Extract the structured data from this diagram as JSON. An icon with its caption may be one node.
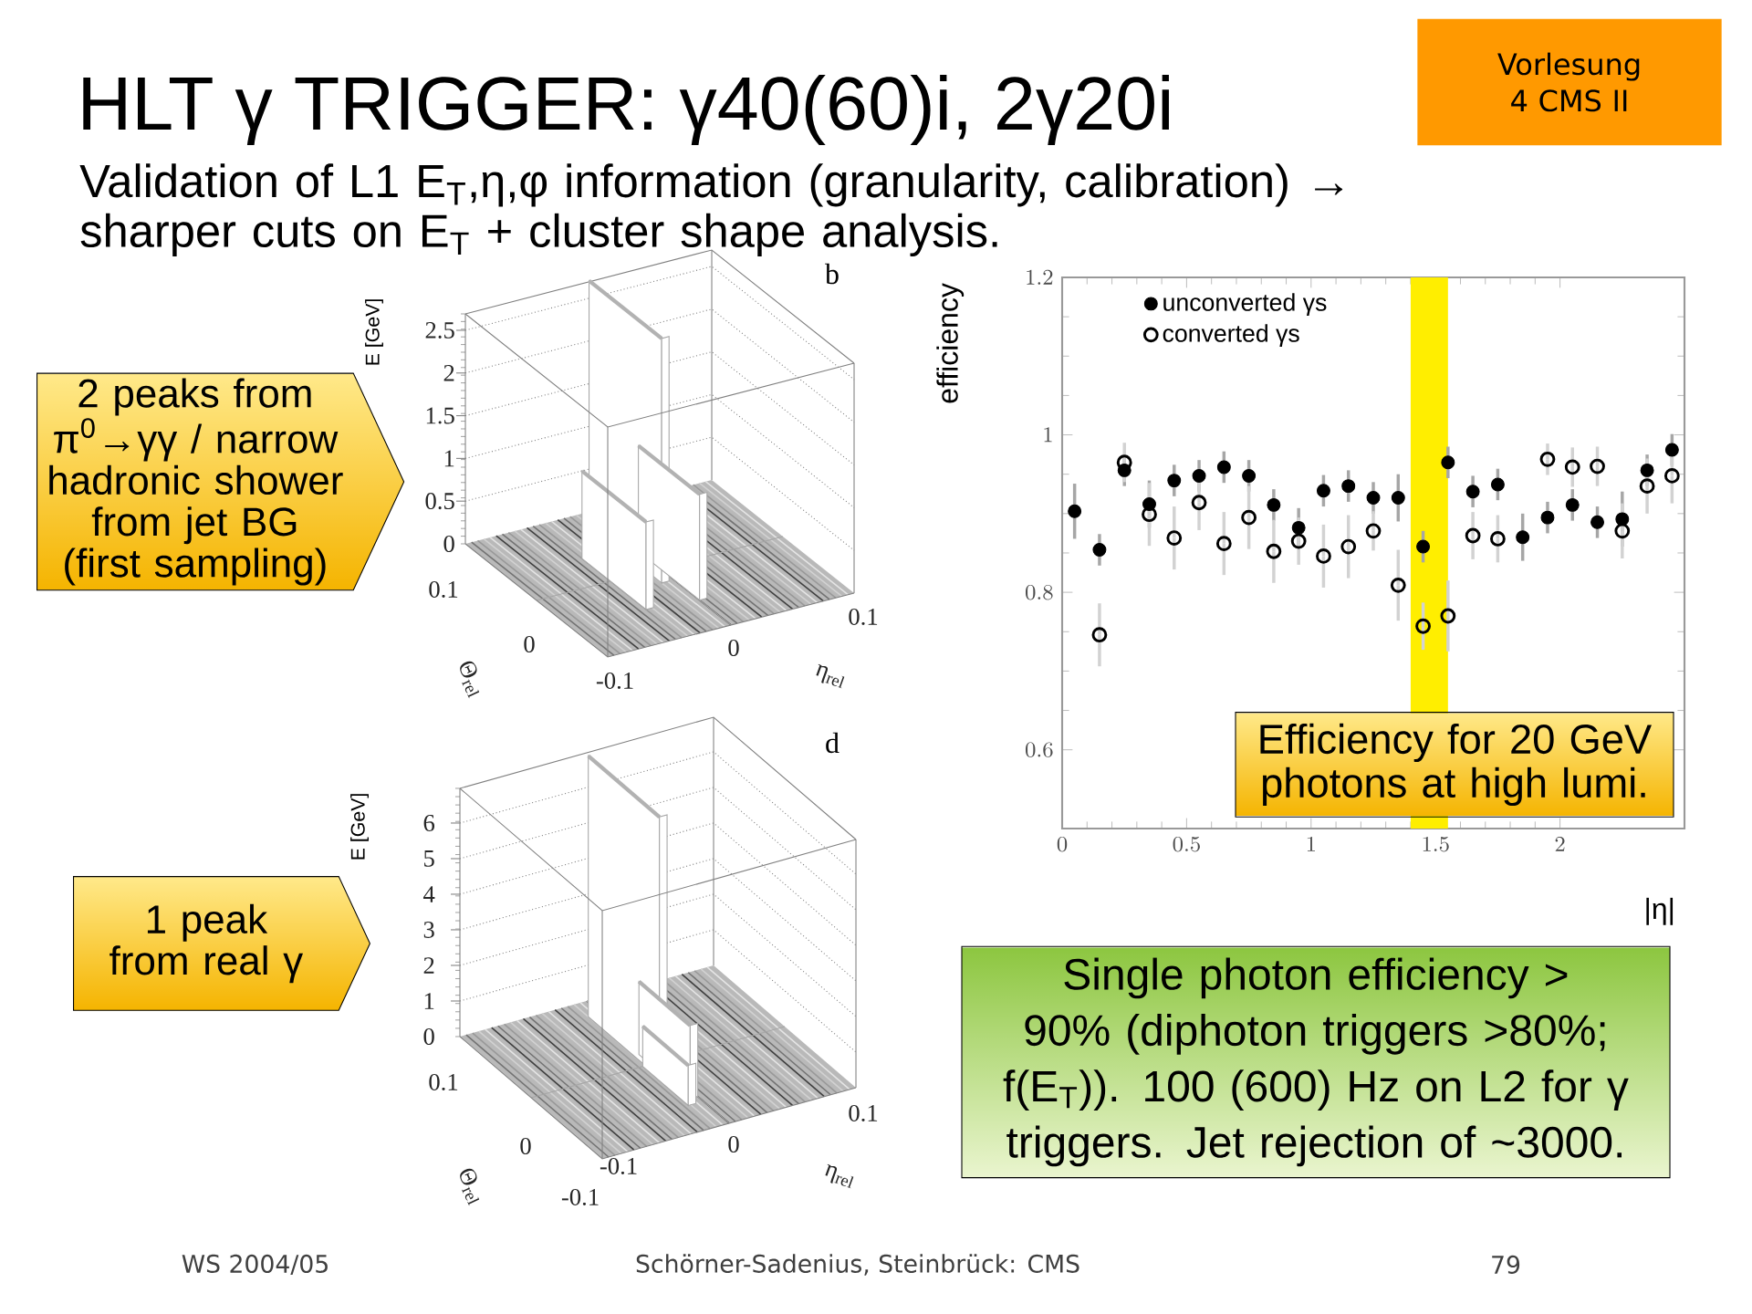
{
  "diagram": {
    "title": "HLT γ TRIGGER: γ40(60)i, 2γ20i",
    "nodes": [
      {
        "text": [
          "Vorlesung 4 CMS II"
        ]
      },
      {
        "text": [
          "2 peaks from π$^{0}$→γγ / narrow hadronic shower from jet BG (first sampling)"
        ]
      },
      {
        "text": [
          "Efficiency for 20 GeV photons at high lumi."
        ]
      },
      {
        "text": [
          "1 peak from real γ"
        ]
      },
      {
        "text": [
          "Single photon efficiency > 90% (diphoton triggers >80%; f(E$_{T}$)). 100 (600) Hz on L2 for γ triggers. Jet rejection of ~3000."
        ]
      }
    ],
    "labels": [
      "Validation of L1 E$_{T}$,η,φ information (granularity, calibration) → sharper cuts on E$_{T}$ + cluster shape analysis.",
      "b",
      "E [GeV]",
      "2.5",
      "2",
      "1.5",
      "1",
      "0.5",
      "0",
      "0.1",
      "0",
      "Θ$_{rel}$",
      "-0.1",
      "0",
      "0.1",
      "η$_{rel}$",
      "d",
      "E [GeV]",
      "6",
      "5",
      "4",
      "3",
      "2",
      "1",
      "0",
      "0.1",
      "0",
      "Θ$_{rel}$",
      "-0.1",
      "-0.1",
      "0",
      "0.1",
      "η$_{rel}$",
      "WS 2004/05",
      "Schörner-Sadenius, Steinbrück: CMS",
      "79"
    ],
    "chart_data": {
      "type": "scatter",
      "xlabel": "|η|",
      "ylabel": "efficiency",
      "x": [
        0.05,
        0.15,
        0.25,
        0.35,
        0.45,
        0.55,
        0.65,
        0.75,
        0.85,
        0.95,
        1.05,
        1.15,
        1.25,
        1.35,
        1.45,
        1.55,
        1.65,
        1.75,
        1.85,
        1.95,
        2.05,
        2.15,
        2.25,
        2.35,
        2.45
      ],
      "series": [
        {
          "name": "unconverted γs",
          "color": "#000000",
          "values": [
            0.903,
            0.854,
            0.955,
            0.912,
            0.942,
            0.948,
            0.959,
            0.948,
            0.911,
            0.882,
            0.929,
            0.935,
            0.92,
            0.92,
            0.858,
            0.965,
            0.928,
            0.937,
            0.87,
            0.895,
            0.911,
            0.889,
            0.893,
            0.955,
            0.981
          ],
          "errors": [
            0.035,
            0.02,
            0.02,
            0.03,
            0.02,
            0.02,
            0.02,
            0.02,
            0.02,
            0.025,
            0.02,
            0.02,
            0.02,
            0.03,
            0.02,
            0.02,
            0.02,
            0.02,
            0.03,
            0.02,
            0.02,
            0.02,
            0.035,
            0.02,
            0.02
          ]
        },
        {
          "name": "converted γs",
          "color": "#000000",
          "values": [
            null,
            0.746,
            0.965,
            0.899,
            0.869,
            0.914,
            0.862,
            0.895,
            0.852,
            0.865,
            0.846,
            0.858,
            0.878,
            0.809,
            0.757,
            0.77,
            0.872,
            0.868,
            null,
            0.969,
            0.959,
            0.96,
            0.878,
            0.935,
            0.948
          ],
          "errors": [
            null,
            0.04,
            0.025,
            0.04,
            0.04,
            0.035,
            0.04,
            0.04,
            0.04,
            0.03,
            0.04,
            0.04,
            0.025,
            0.045,
            0.03,
            0.045,
            0.03,
            0.03,
            null,
            0.02,
            0.025,
            0.025,
            0.035,
            0.035,
            0.035
          ]
        }
      ],
      "legend": true,
      "xlim": [
        0,
        2.5
      ],
      "ylim": [
        0.5,
        1.2
      ],
      "xticks": [
        0,
        0.5,
        1,
        1.5,
        2
      ],
      "yticks": [
        0.6,
        0.8,
        1,
        1.2
      ],
      "bands": [
        {
          "axis": "x",
          "from": 1.4,
          "to": 1.55,
          "color": "#ffee00"
        }
      ]
    }
  }
}
